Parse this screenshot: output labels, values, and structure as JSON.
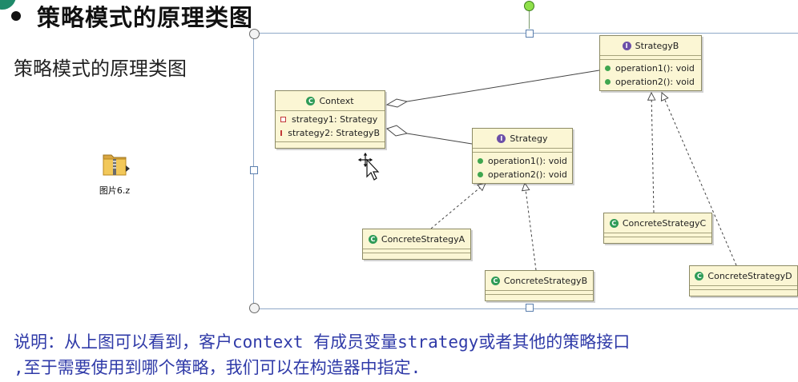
{
  "header": {
    "title": "策略模式的原理类图"
  },
  "subtitle": "策略模式的原理类图",
  "file": {
    "label": "图片6.z",
    "icon": "zip-folder-icon"
  },
  "diagram": {
    "context": {
      "name": "Context",
      "attributes": [
        "strategy1: Strategy",
        "strategy2: StrategyB"
      ]
    },
    "strategy": {
      "name": "Strategy",
      "operations": [
        "operation1(): void",
        "operation2(): void"
      ]
    },
    "strategyB": {
      "name": "StrategyB",
      "operations": [
        "operation1(): void",
        "operation2(): void"
      ]
    },
    "concreteA": {
      "name": "ConcreteStrategyA"
    },
    "concreteB": {
      "name": "ConcreteStrategyB"
    },
    "concreteC": {
      "name": "ConcreteStrategyC"
    },
    "concreteD": {
      "name": "ConcreteStrategyD"
    }
  },
  "note": {
    "line1": "说明：从上图可以看到，客户context 有成员变量strategy或者其他的策略接口",
    "line2": ",至于需要使用到哪个策略，我们可以在构造器中指定."
  },
  "colors": {
    "note_text": "#2f3aa8",
    "uml_fill": "#fbf6d4",
    "selection": "#8fa8c8"
  }
}
